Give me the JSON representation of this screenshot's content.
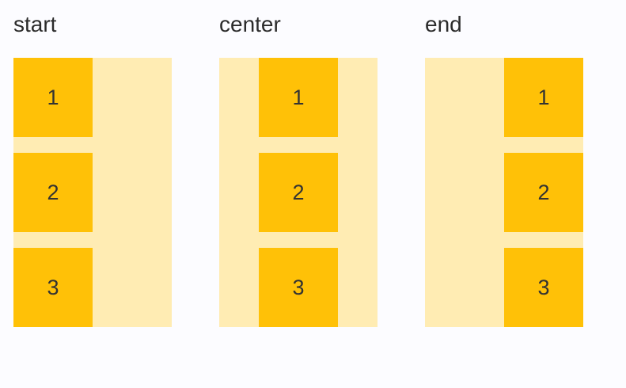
{
  "page": {
    "background_color": "#FCFCFF"
  },
  "colors": {
    "container_fill": "#FFECB3",
    "item_fill": "#FFC107",
    "label_text": "#2B2B2B",
    "item_text": "#333333"
  },
  "examples": [
    {
      "label": "start",
      "alignment": "start",
      "items": [
        "1",
        "2",
        "3"
      ]
    },
    {
      "label": "center",
      "alignment": "center",
      "items": [
        "1",
        "2",
        "3"
      ]
    },
    {
      "label": "end",
      "alignment": "end",
      "items": [
        "1",
        "2",
        "3"
      ]
    }
  ]
}
